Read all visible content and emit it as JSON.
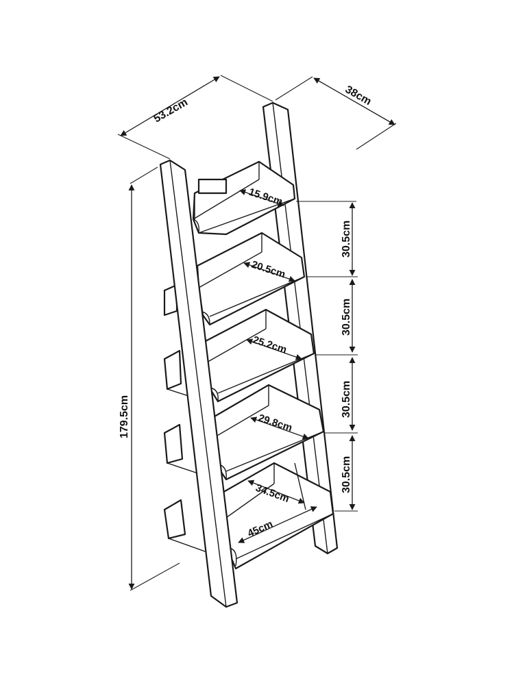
{
  "dimensions": {
    "overall_width": "53.2cm",
    "overall_depth": "38cm",
    "overall_height": "179.5cm",
    "shelf_spacing": [
      "30.5cm",
      "30.5cm",
      "30.5cm",
      "30.5cm"
    ],
    "shelf_depths": [
      "15.9cm",
      "20.5cm",
      "25.2cm",
      "29.8cm",
      "34.5cm"
    ],
    "bottom_width": "45cm"
  }
}
